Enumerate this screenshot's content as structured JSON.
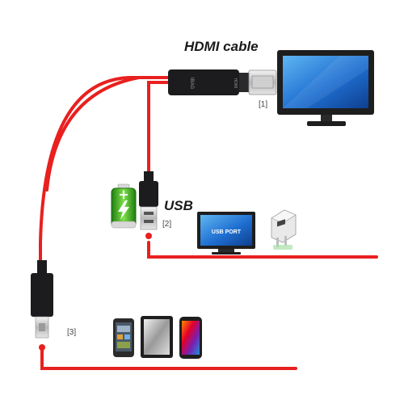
{
  "labels": {
    "hdmi_cable": "HDMI cable",
    "usb": "USB",
    "ref_1": "[1]",
    "ref_2": "[2]",
    "ref_3": "[3]"
  },
  "markings": {
    "hdmi_body_text": "IBAG",
    "hdmi_logo_text": "HDMI",
    "usb_port_screen_text": "USB PORT"
  },
  "icons": {
    "tv": "tv-monitor-icon",
    "battery": "battery-charging-icon",
    "usb_port_tv": "usb-port-monitor-icon",
    "wall_adapter": "usb-wall-charger-icon",
    "phone_1": "smartphone-icon",
    "tablet": "tablet-icon",
    "phone_2": "smartphone-icon"
  },
  "colors": {
    "cable_red": "#e8201f",
    "connector_black": "#1c1c1e",
    "battery_green": "#3fb31c",
    "screen_blue": "#1f6fd1"
  }
}
